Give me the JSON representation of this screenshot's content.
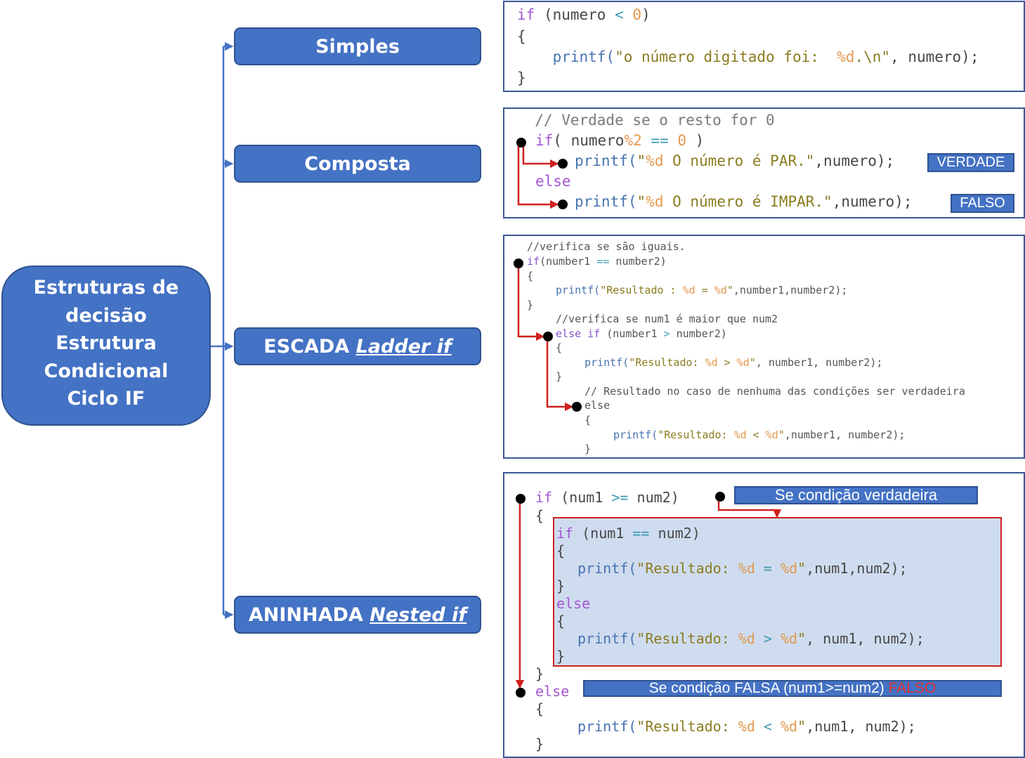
{
  "root": {
    "lines": [
      "Estruturas de",
      "decisão",
      "Estrutura",
      "Condicional",
      "Ciclo IF"
    ]
  },
  "categories": {
    "simples": {
      "label": "Simples"
    },
    "composta": {
      "label": "Composta"
    },
    "escada": {
      "label": "ESCADA ",
      "italic": "Ladder if"
    },
    "aninhada": {
      "label": "ANINHADA ",
      "italic": "Nested if"
    }
  },
  "simples_code": {
    "if_kw": "if",
    "cond_a": " (numero ",
    "lt": "<",
    "sp": " ",
    "zero": "0",
    "paren": ")",
    "open": "{",
    "printf": "    printf(",
    "str1": "\"o número digitado foi:  ",
    "fmt": "%d",
    "str2": ".\\n\"",
    "tail": ", numero);",
    "close": "}"
  },
  "composta_code": {
    "comment": "  // Verdade se o resto for 0",
    "if_kw": "if",
    "cond_a": "( numero",
    "mod": "%2",
    "eq": " == ",
    "zero": "0",
    "cond_b": " )",
    "printf": "printf(",
    "str_par_a": "\"",
    "fmt": "%d",
    "str_par_b": " O número é PAR.\"",
    "tail_par": ",numero);",
    "else_kw": "else",
    "str_impar_b": " O número é IMPAR.\"",
    "tail_impar": ",numero);",
    "tag_true": "VERDADE",
    "tag_false": "FALSO"
  },
  "escada_code": {
    "c1": "//verifica se são iguais.",
    "if_kw": "if",
    "cond1": "(number1 ",
    "eq": "==",
    "cond1b": " number2)",
    "open": "{",
    "close": "}",
    "printf": "printf(",
    "s1a": "\"Resultado : ",
    "fmt": "%d",
    "s1b": " = ",
    "s1c": "\"",
    "t1": ",number1,number2);",
    "c2": "//verifica se num1 é maior que num2",
    "elseif_kw": "else if",
    "cond2": " (number1 ",
    "gt": ">",
    "cond2b": " number2)",
    "s2a": "\"Resultado: ",
    "s2b": " > ",
    "t2": ", number1, number2);",
    "c3": "// Resultado no caso de nenhuma das condições ser verdadeira",
    "else_kw": "else",
    "s3b": " < ",
    "t3": ",number1, number2);"
  },
  "aninhada_code": {
    "if_kw": "if",
    "cond1": " (num1 ",
    "ge": ">=",
    "cond1b": " num2)",
    "open": "{",
    "close": "}",
    "cond2": " (num1 ",
    "eq": "==",
    "cond2b": " num2)",
    "printf": "printf(",
    "s_a": "\"Resultado: ",
    "fmt": "%d",
    "s_eq": " = ",
    "s_gt": " > ",
    "s_lt": " < ",
    "s_end": "\"",
    "t1": ",num1,num2);",
    "t2": ", num1, num2);",
    "t3": ",num1, num2);",
    "else_kw": "else",
    "tag_true": "Se condição verdadeira",
    "tag_false": "Se condição FALSA (num1>=num2) ",
    "tag_false_red": "FALSO"
  },
  "colors": {
    "box_fill": "#4472c4",
    "box_border": "#2f528f",
    "connector": "#4472c4",
    "arrow_red": "#d02020",
    "nested_fill": "#cfdcef"
  }
}
